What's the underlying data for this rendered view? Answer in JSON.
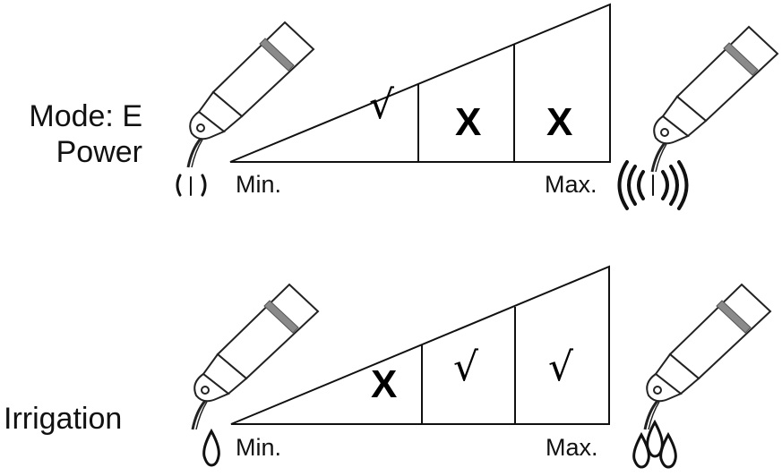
{
  "power": {
    "label_line1": "Mode: E",
    "label_line2": "Power",
    "min_label": "Min.",
    "max_label": "Max.",
    "cells": [
      "√",
      "X",
      "X"
    ]
  },
  "irrigation": {
    "label": "Irrigation",
    "min_label": "Min.",
    "max_label": "Max.",
    "cells": [
      "X",
      "√",
      "√"
    ]
  },
  "icons": [
    "scaler-handpiece-icon",
    "vibration-wave-icon",
    "water-drop-icon"
  ]
}
